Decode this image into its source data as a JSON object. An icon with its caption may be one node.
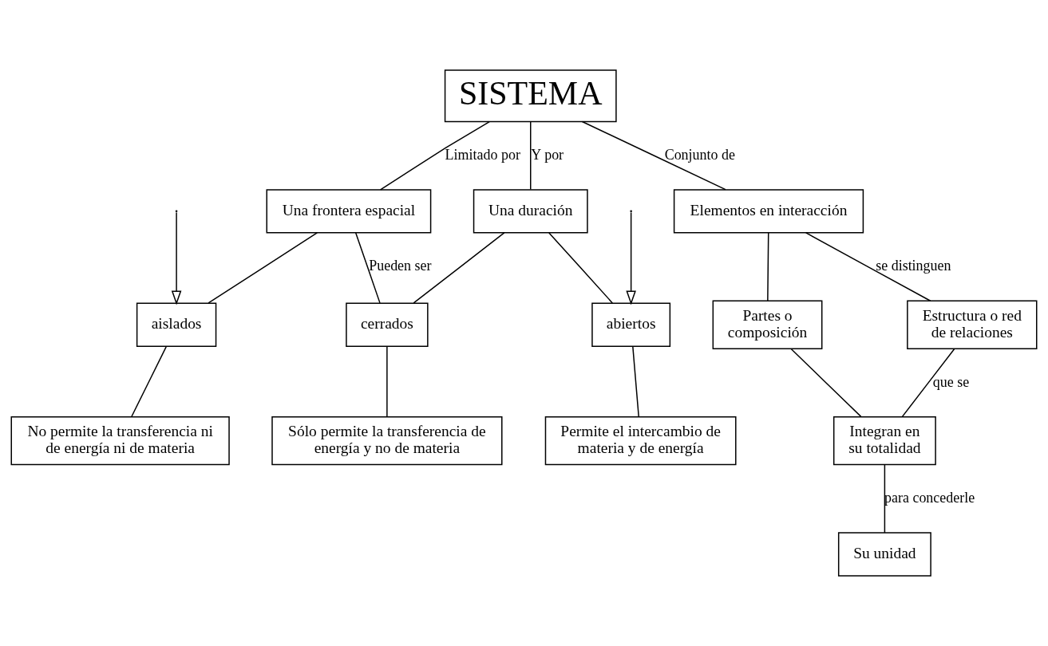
{
  "diagram": {
    "nodes": [
      {
        "text": [
          "SISTEMA"
        ]
      },
      {
        "text": [
          "Una frontera espacial"
        ]
      },
      {
        "text": [
          "Una duración"
        ]
      },
      {
        "text": [
          "Elementos en interacción"
        ]
      },
      {
        "text": [
          "aislados"
        ]
      },
      {
        "text": [
          "cerrados"
        ]
      },
      {
        "text": [
          "abiertos"
        ]
      },
      {
        "text": [
          "No permite la transferencia ni de energía ni de materia"
        ]
      },
      {
        "text": [
          "Sólo permite la transferencia de energía y no de materia"
        ]
      },
      {
        "text": [
          "Permite el intercambio de materia y de energía"
        ]
      },
      {
        "text": [
          "Partes o composición"
        ]
      },
      {
        "text": [
          "Estructura o red de relaciones"
        ]
      },
      {
        "text": [
          "Integran en su totalidad"
        ]
      },
      {
        "text": [
          "Su unidad"
        ]
      }
    ],
    "edges": [
      {
        "from": 0,
        "to": 1,
        "arrow": "none",
        "label": "Limitado por"
      },
      {
        "from": 0,
        "to": 2,
        "arrow": "none",
        "label": "Y por"
      },
      {
        "from": 0,
        "to": 3,
        "arrow": "none",
        "label": "Conjunto de"
      },
      {
        "from": 1,
        "to": 4,
        "arrow": "none"
      },
      {
        "from": 1,
        "to": 5,
        "arrow": "none",
        "label": "Pueden ser"
      },
      {
        "from": 2,
        "to": 5,
        "arrow": "none"
      },
      {
        "from": 2,
        "to": 6,
        "arrow": "none"
      },
      {
        "from": null,
        "to": 4,
        "arrow": "to"
      },
      {
        "from": null,
        "to": 6,
        "arrow": "to"
      },
      {
        "from": 4,
        "to": 7,
        "arrow": "none"
      },
      {
        "from": 5,
        "to": 8,
        "arrow": "none"
      },
      {
        "from": 6,
        "to": 9,
        "arrow": "none"
      },
      {
        "from": 3,
        "to": 10,
        "arrow": "none"
      },
      {
        "from": 3,
        "to": 11,
        "arrow": "none",
        "label": "se distinguen"
      },
      {
        "from": 10,
        "to": 12,
        "arrow": "none"
      },
      {
        "from": 11,
        "to": 12,
        "arrow": "none",
        "label": "que se"
      },
      {
        "from": 12,
        "to": 13,
        "arrow": "none",
        "label": "para concederle"
      }
    ]
  }
}
